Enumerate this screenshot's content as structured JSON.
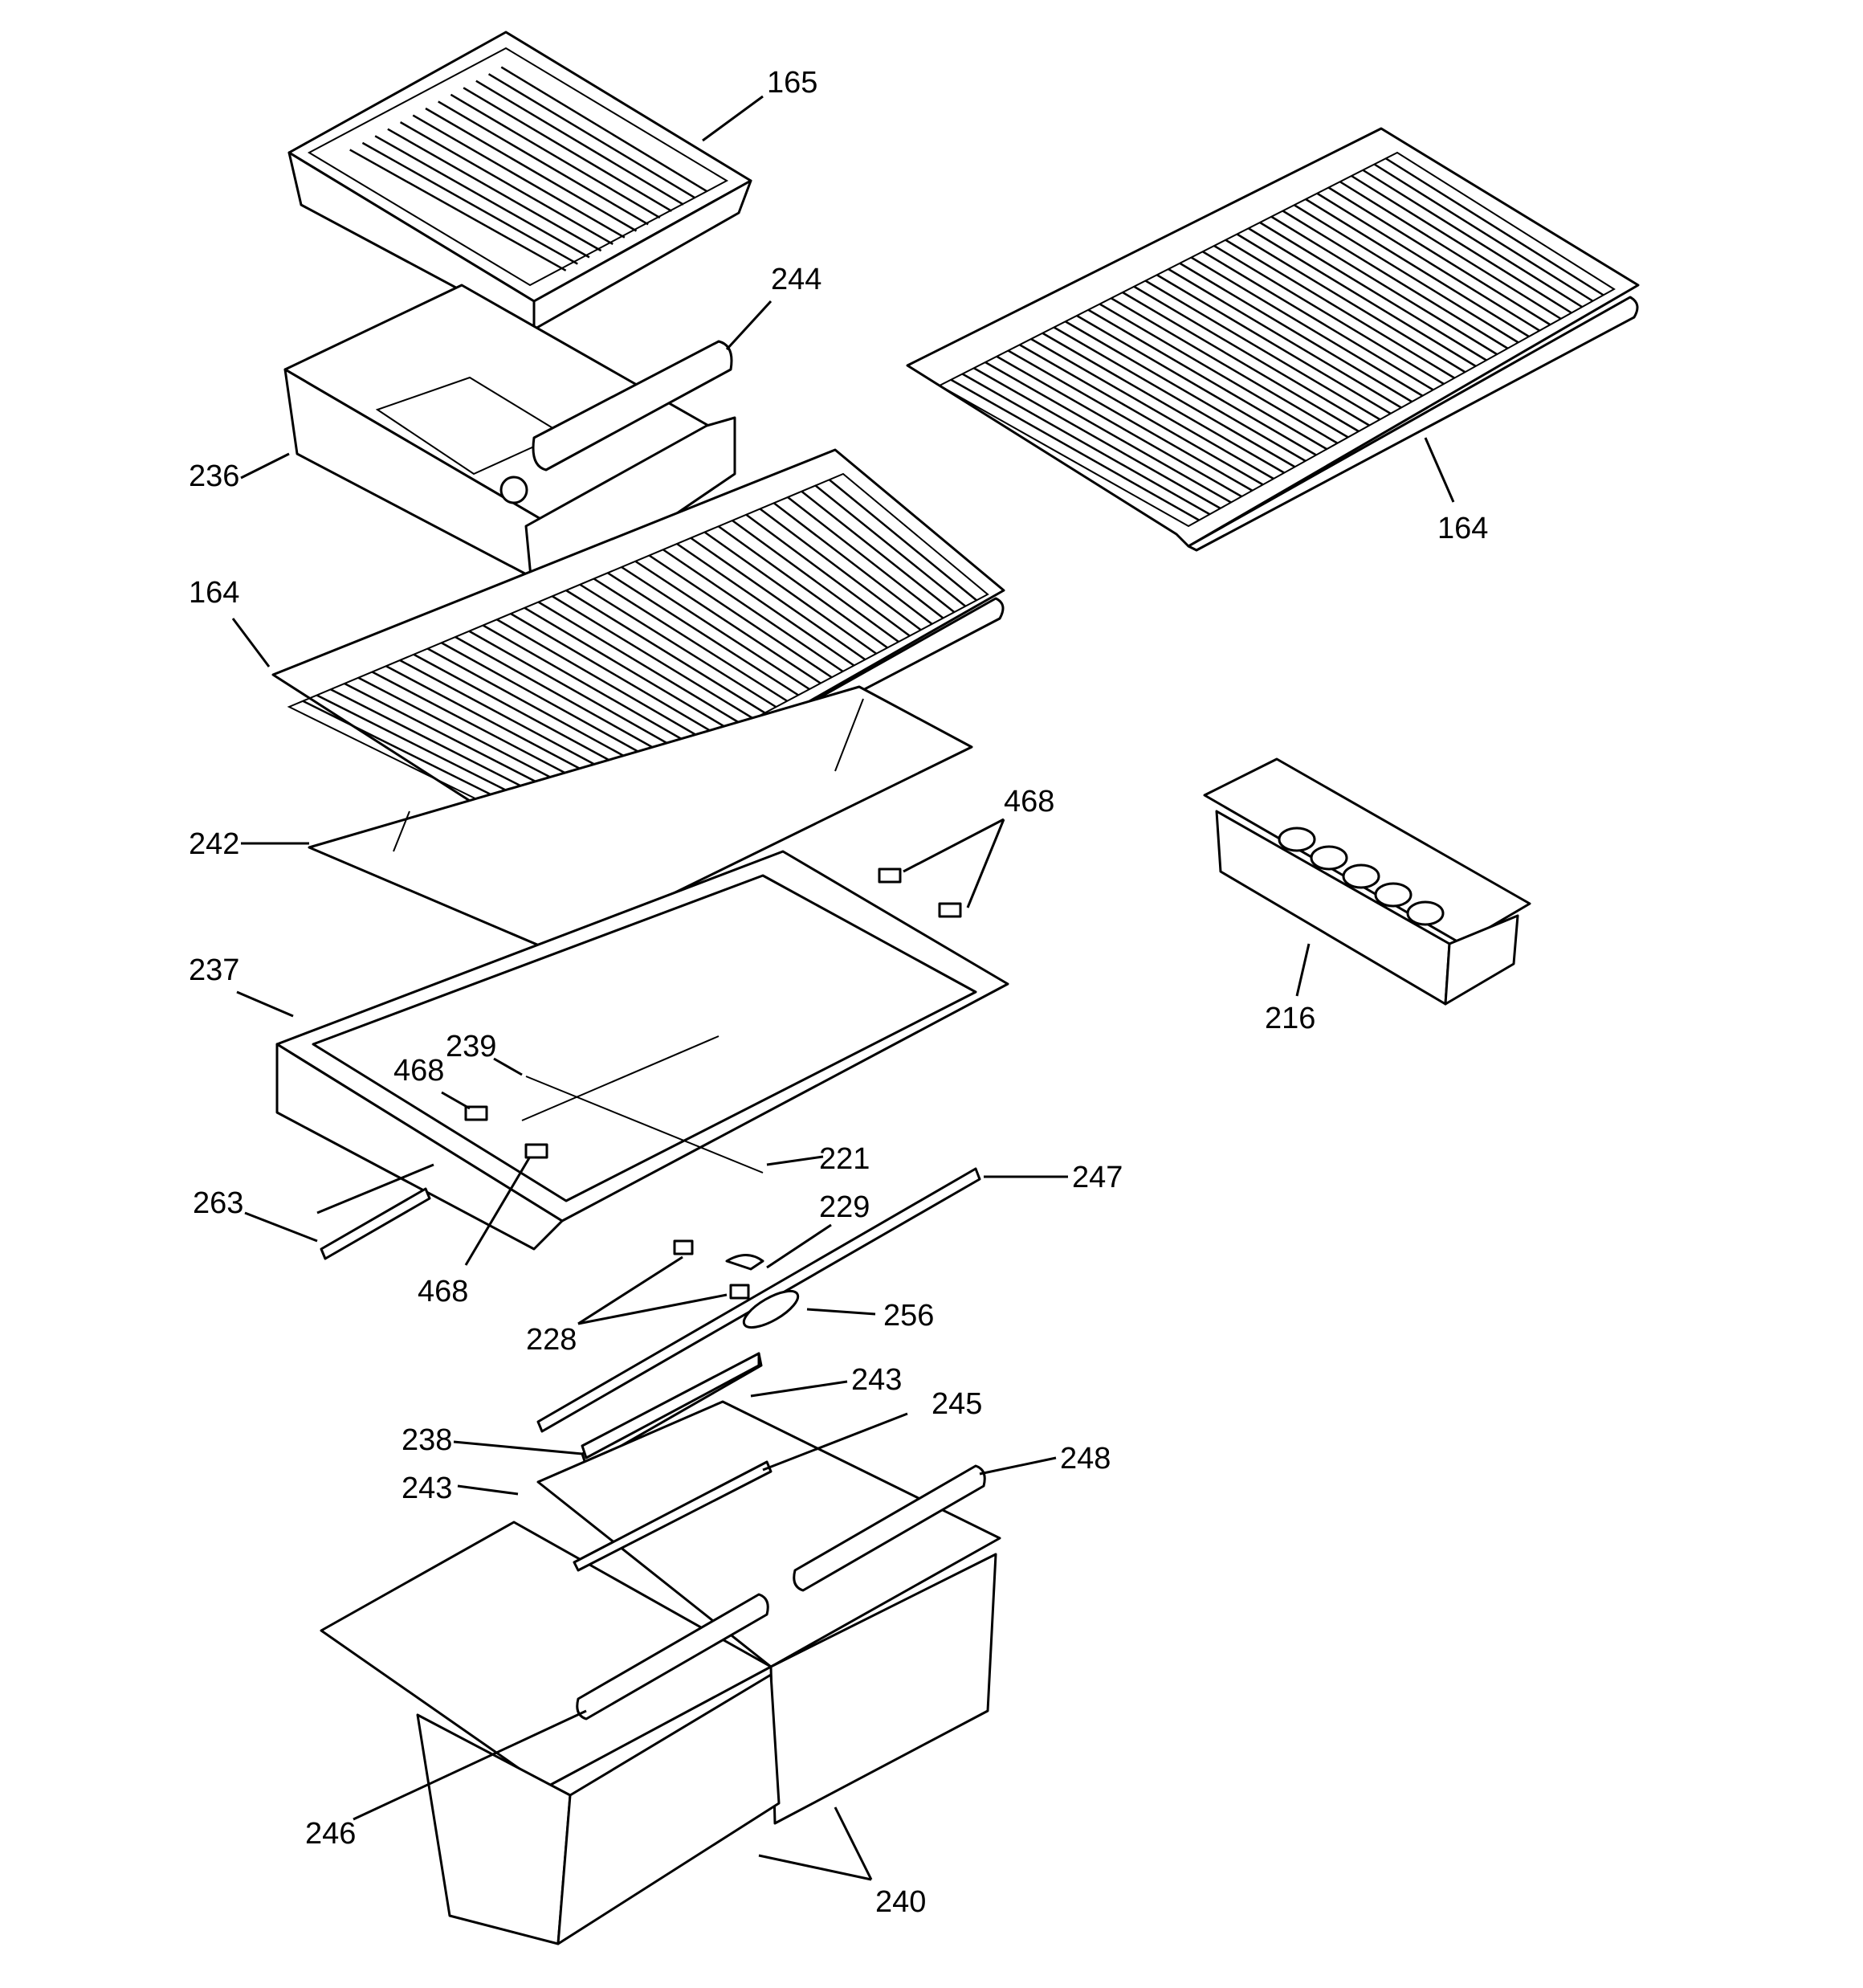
{
  "callouts": {
    "c165": "165",
    "c244": "244",
    "c236": "236",
    "c164_left": "164",
    "c164_right": "164",
    "c242": "242",
    "c468_top": "468",
    "c468_mid": "468",
    "c468_bottom": "468",
    "c237": "237",
    "c239": "239",
    "c216": "216",
    "c221": "221",
    "c247": "247",
    "c263": "263",
    "c229": "229",
    "c228": "228",
    "c256": "256",
    "c243_top": "243",
    "c245": "245",
    "c238": "238",
    "c248": "248",
    "c243_bottom": "243",
    "c246": "246",
    "c240": "240"
  }
}
